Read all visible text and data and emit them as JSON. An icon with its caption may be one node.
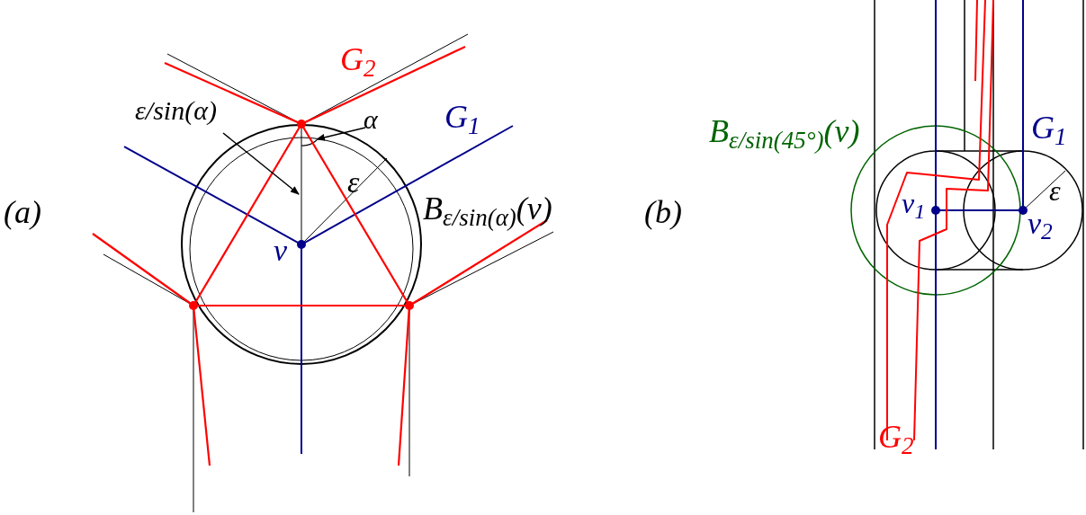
{
  "diagram": {
    "nodes": [
      {
        "text": [
          "ε/sin(α)"
        ]
      },
      {
        "text": [
          "α"
        ]
      }
    ],
    "edges": [
      {
        "from": 0,
        "to": null,
        "arrow": "to"
      },
      {
        "from": 1,
        "to": null,
        "arrow": "to"
      }
    ],
    "labels": [
      "G$_{2}$",
      "G$_{1}$",
      "(a)",
      "ε",
      "B$_{ε/sin(α)}$(v)",
      "v",
      "(b)",
      "B$_{ε/sin(45°)}$(v)",
      "G$_{1}$",
      "ε",
      "v$_{1}$",
      "v$_{2}$",
      "G$_{2}$"
    ]
  }
}
